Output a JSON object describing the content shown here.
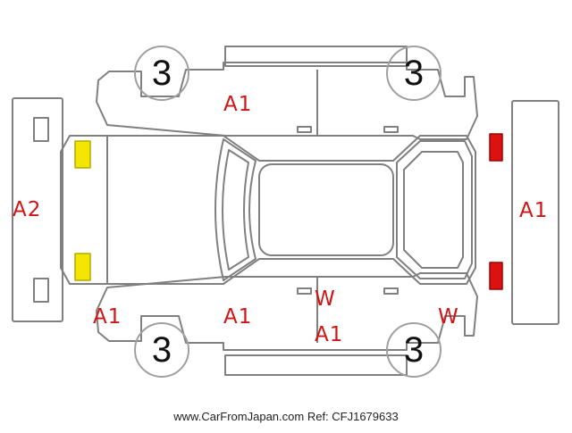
{
  "colors": {
    "outline": "#808080",
    "label": "#d21414",
    "headlight": "#f2e600",
    "taillight": "#dd1111"
  },
  "labels": {
    "front_bumper": "A2",
    "front_left_fender": "A1",
    "left_front_door": "A1",
    "rear_bumper": "A1",
    "left_step": "A1",
    "right_step_w": "W",
    "right_step_a": "A1",
    "right_front_door": "W"
  },
  "tires": {
    "top_left": "3",
    "top_right": "3",
    "bottom_left": "3",
    "bottom_right": "3"
  },
  "footer": "www.CarFromJapan.com Ref: CFJ1679633"
}
